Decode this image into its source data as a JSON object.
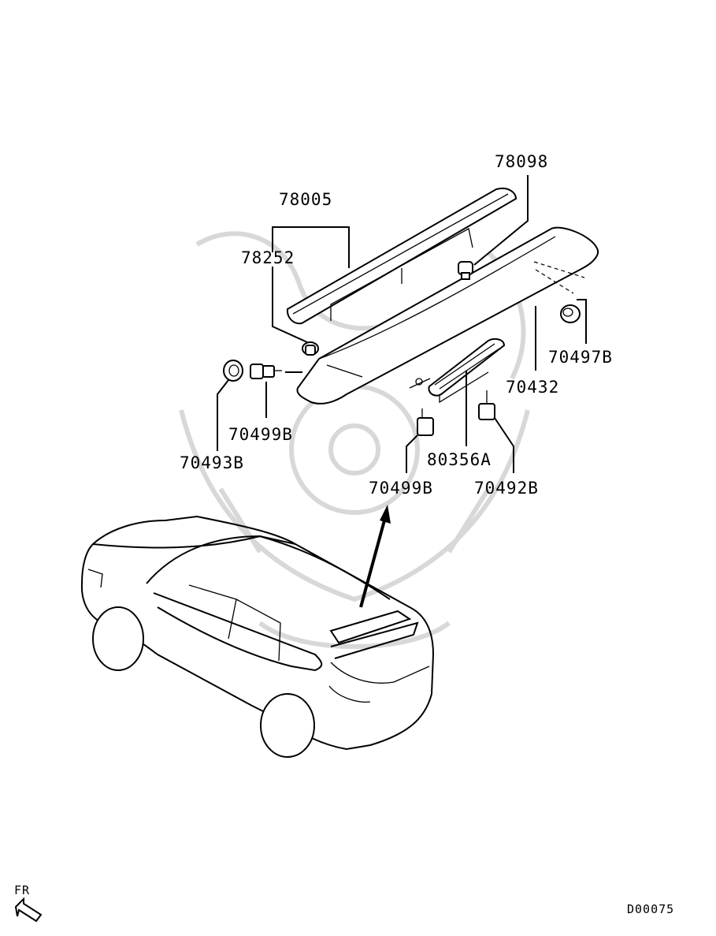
{
  "parts": [
    {
      "key": "78098",
      "label": "78098"
    },
    {
      "key": "78005",
      "label": "78005"
    },
    {
      "key": "78252",
      "label": "78252"
    },
    {
      "key": "70497B",
      "label": "70497B"
    },
    {
      "key": "70432",
      "label": "70432"
    },
    {
      "key": "70499B_left",
      "label": "70499B"
    },
    {
      "key": "70493B",
      "label": "70493B"
    },
    {
      "key": "80356A",
      "label": "80356A"
    },
    {
      "key": "70499B_right",
      "label": "70499B"
    },
    {
      "key": "70492B",
      "label": "70492B"
    }
  ],
  "front_indicator": "FR",
  "diagram_code": "D00075"
}
